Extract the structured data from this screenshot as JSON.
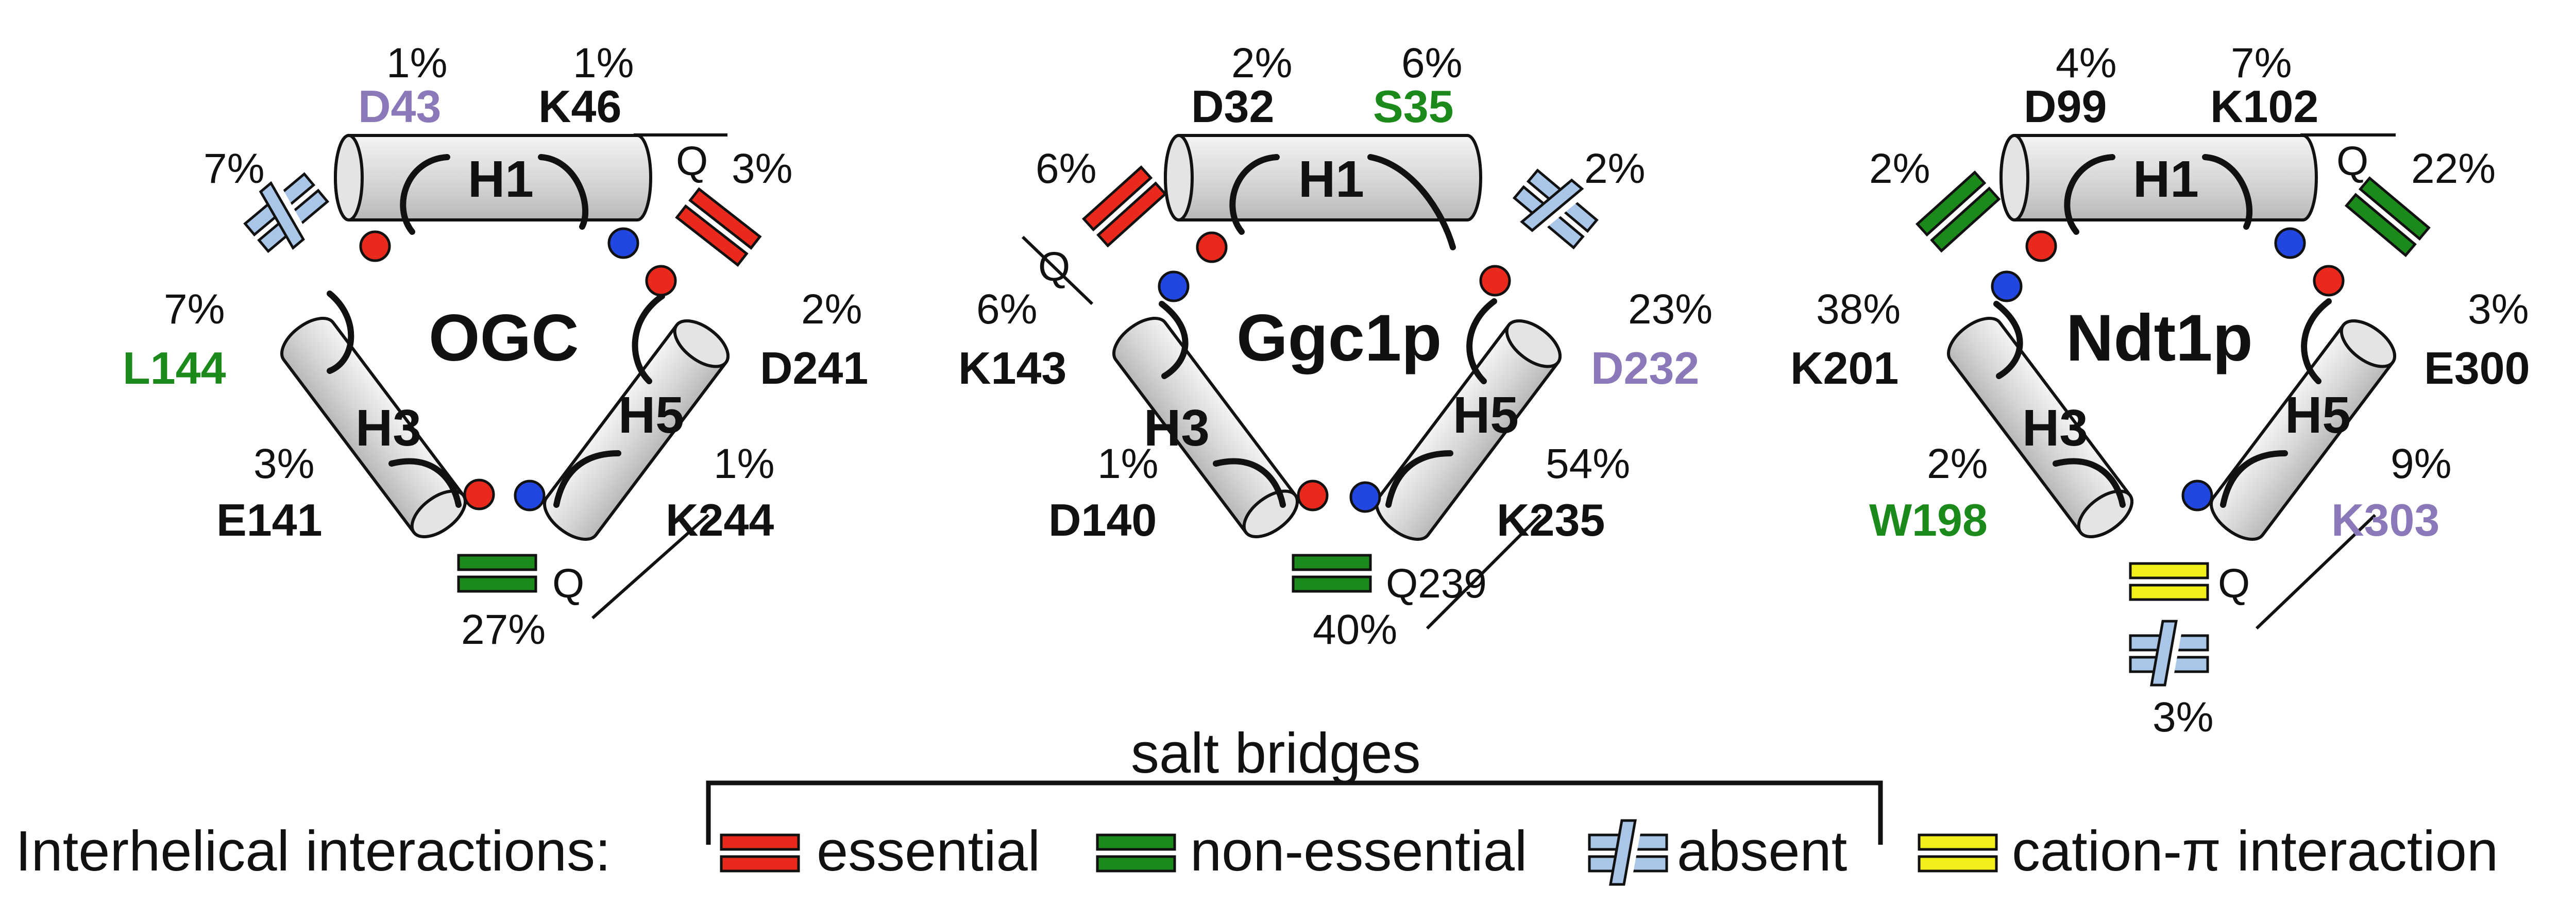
{
  "colors": {
    "essential": "#e8291c",
    "non_essential": "#1b8a1b",
    "absent": "#a9c6e8",
    "cation_pi": "#f2ef1a",
    "acidic_residue": "#e8291c",
    "basic_residue": "#2246e0",
    "green_label": "#1b8a1b",
    "purple_label": "#8a78b8"
  },
  "panels": [
    {
      "name": "OGC",
      "helices": [
        "H1",
        "H3",
        "H5"
      ],
      "h1_left": {
        "pct": "1%",
        "res": "D43"
      },
      "h1_right": {
        "pct": "1%",
        "res": "K46"
      },
      "top_right": {
        "pct": "3%",
        "q": "Q"
      },
      "top_left": {
        "pct": "7%"
      },
      "left_top": {
        "pct": "7%",
        "res": "L144"
      },
      "left_bottom": {
        "pct": "3%",
        "res": "E141"
      },
      "right_top": {
        "pct": "2%",
        "res": "D241"
      },
      "right_bottom": {
        "pct": "1%",
        "res": "K244"
      },
      "bottom": {
        "pct": "27%",
        "q": "Q"
      }
    },
    {
      "name": "Ggc1p",
      "helices": [
        "H1",
        "H3",
        "H5"
      ],
      "h1_left": {
        "pct": "2%",
        "res": "D32"
      },
      "h1_right": {
        "pct": "6%",
        "res": "S35"
      },
      "top_left": {
        "pct": "6%",
        "q": "Q"
      },
      "top_right": {
        "pct": "2%"
      },
      "left_top": {
        "pct": "6%",
        "res": "K143"
      },
      "left_bottom": {
        "pct": "1%",
        "res": "D140"
      },
      "right_top": {
        "pct": "23%",
        "res": "D232"
      },
      "right_bottom": {
        "pct": "54%",
        "res": "K235"
      },
      "bottom": {
        "pct": "40%",
        "q": "Q239"
      }
    },
    {
      "name": "Ndt1p",
      "helices": [
        "H1",
        "H3",
        "H5"
      ],
      "h1_left": {
        "pct": "4%",
        "res": "D99"
      },
      "h1_right": {
        "pct": "7%",
        "res": "K102"
      },
      "top_left": {
        "pct": "2%"
      },
      "top_right": {
        "pct": "22%",
        "q": "Q"
      },
      "left_top": {
        "pct": "38%",
        "res": "K201"
      },
      "left_bottom": {
        "pct": "2%",
        "res": "W198"
      },
      "right_top": {
        "pct": "3%",
        "res": "E300"
      },
      "right_bottom": {
        "pct": "9%",
        "res": "K303"
      },
      "bottom": {
        "pct": "3%",
        "q": "Q"
      }
    }
  ],
  "legend": {
    "group_label": "salt bridges",
    "title": "Interhelical interactions:",
    "essential": "essential",
    "non_essential": "non-essential",
    "absent": "absent",
    "cation_pi": "cation-π interaction"
  }
}
